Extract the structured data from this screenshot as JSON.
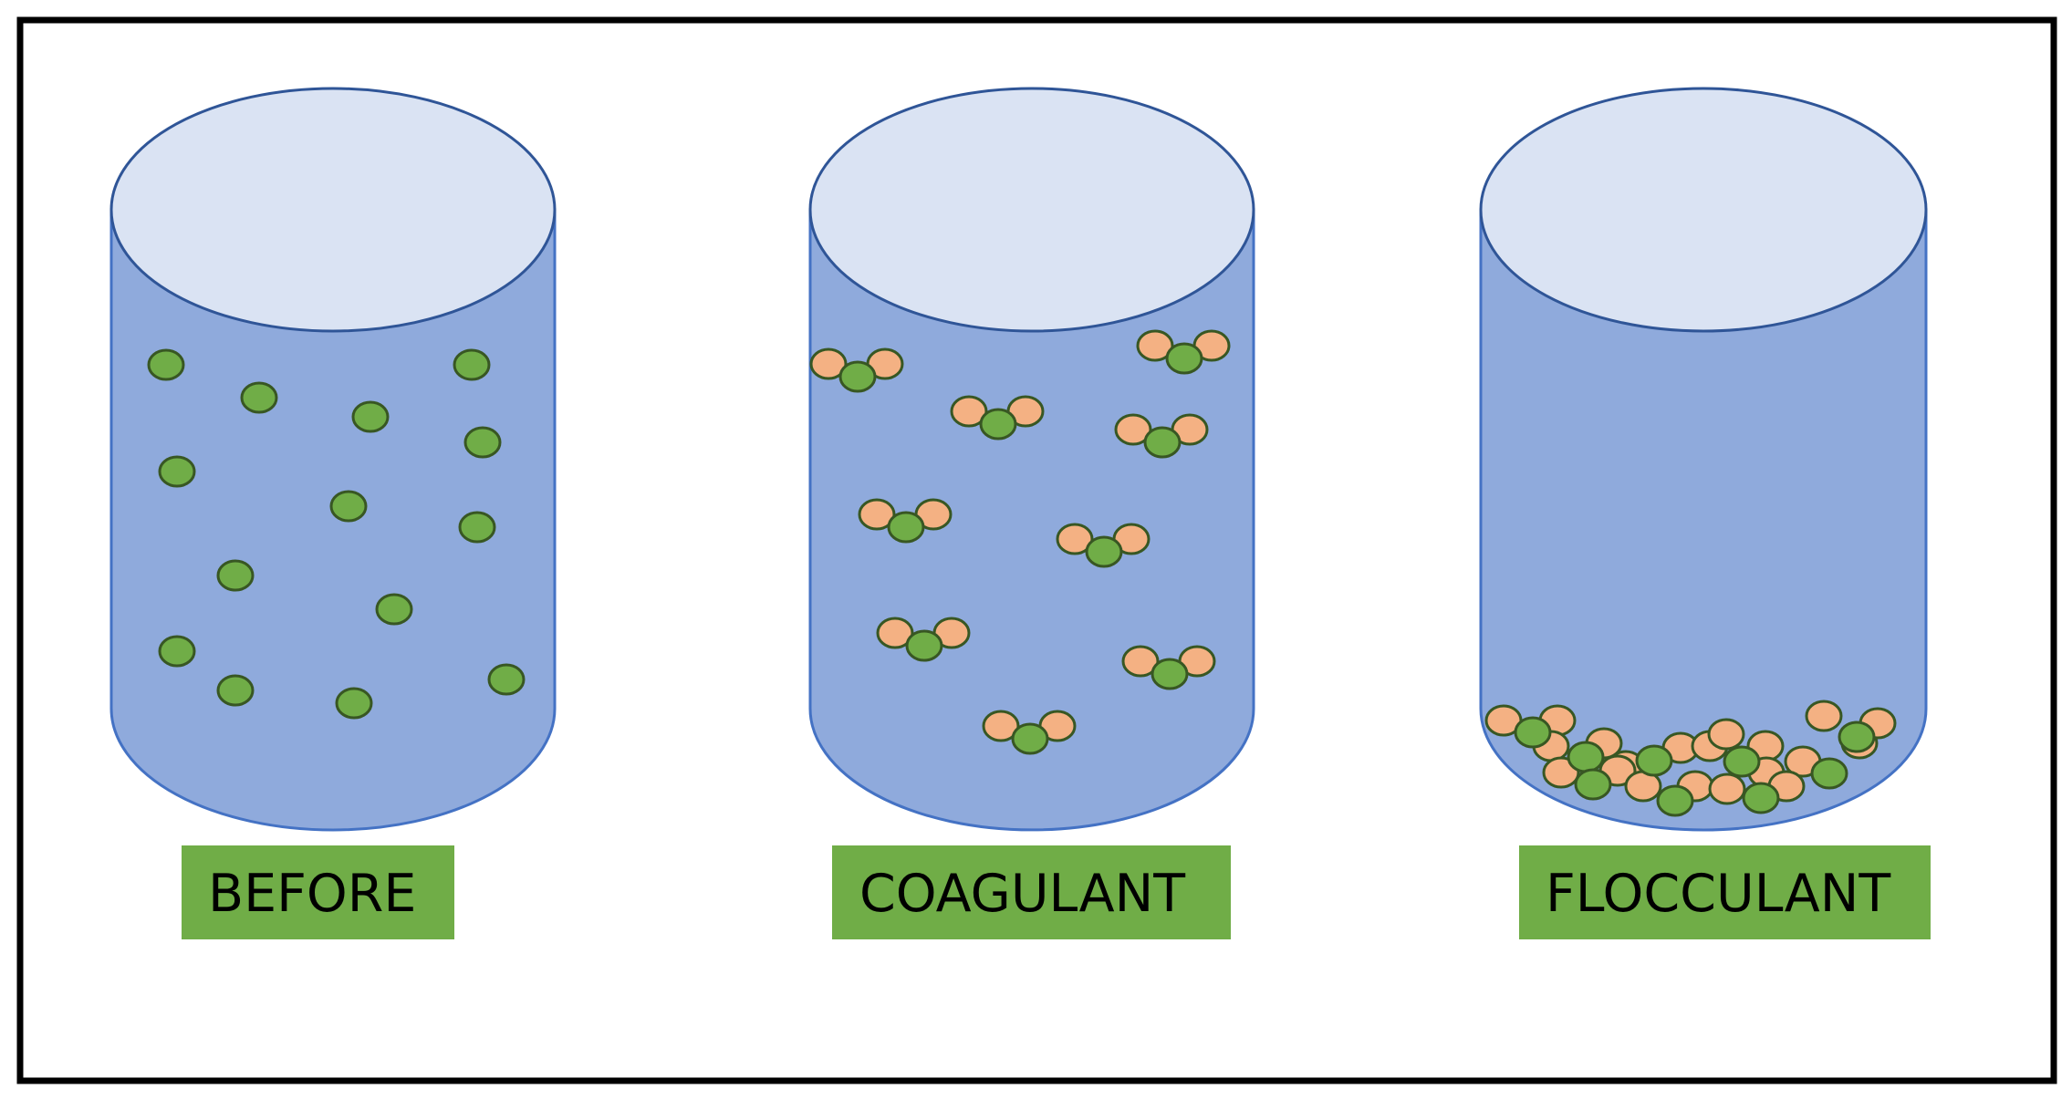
{
  "panels": [
    {
      "id": "before",
      "label": "BEFORE"
    },
    {
      "id": "coagulant",
      "label": "COAGULANT"
    },
    {
      "id": "flocculant",
      "label": "FLOCCULANT"
    }
  ],
  "colors": {
    "frame": "#000000",
    "cylinder_body": "#8faadc",
    "cylinder_top": "#dae3f3",
    "cylinder_outline": "#2f5597",
    "label_background": "#70ad47",
    "label_text": "#000000",
    "particle_green": "#70ad47",
    "particle_orange": "#f4b183",
    "particle_outline": "#385723"
  },
  "icons": {
    "green_particle": "green-particle-icon",
    "orange_particle": "orange-particle-icon"
  }
}
